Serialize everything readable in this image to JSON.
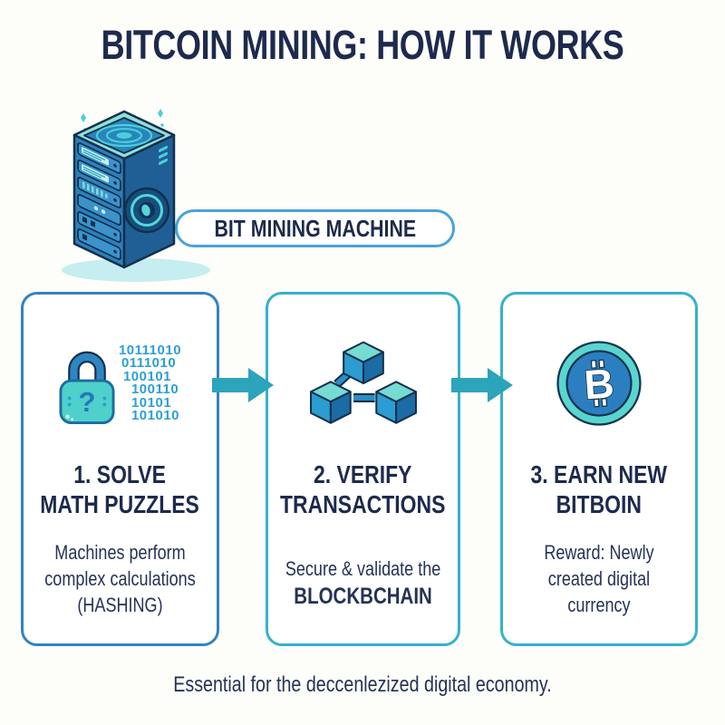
{
  "header": {
    "title": "BITCOIN MINING: HOW IT WORKS"
  },
  "machine": {
    "label": "BIT MINING MACHINE",
    "icon": "mining-rig-icon"
  },
  "steps": [
    {
      "icon": "padlock-question-icon",
      "binary": [
        "10111010",
        "0111010",
        "100101",
        "100110",
        "10101",
        "101010"
      ],
      "heading_line1": "1. SOLVE",
      "heading_line2": "MATH PUZZLES",
      "body_line1": "Machines perform",
      "body_line2": "complex calculations",
      "body_line3": "(HASHING)"
    },
    {
      "icon": "blockchain-cubes-icon",
      "heading_line1": "2. VERIFY",
      "heading_line2": "TRANSACTIONS",
      "body_line1": "Secure & validate the",
      "body_line2_bold": "BLOCKBCHAIN"
    },
    {
      "icon": "bitcoin-coin-icon",
      "heading_line1": "3. EARN NEW",
      "heading_line2": "BITBOIN",
      "body_line1": "Reward: Newly",
      "body_line2": "created digital",
      "body_line3": "currency"
    }
  ],
  "footer": {
    "text": "Essential for the deccenlezized digital economy."
  },
  "colors": {
    "navy_text": "#1d2a4d",
    "card1_border": "#3282c4",
    "card_teal_border": "#35b2ca",
    "arrow": "#2ca4ba",
    "binary_blue": "#2b9fd6",
    "pill_border": "#4aa3d8",
    "icon_teal": "#53d6d0",
    "icon_blue": "#2b8fc4",
    "icon_dark_blue": "#1b6ba5",
    "outline_navy": "#12304d",
    "background": "#fdfdfa"
  }
}
